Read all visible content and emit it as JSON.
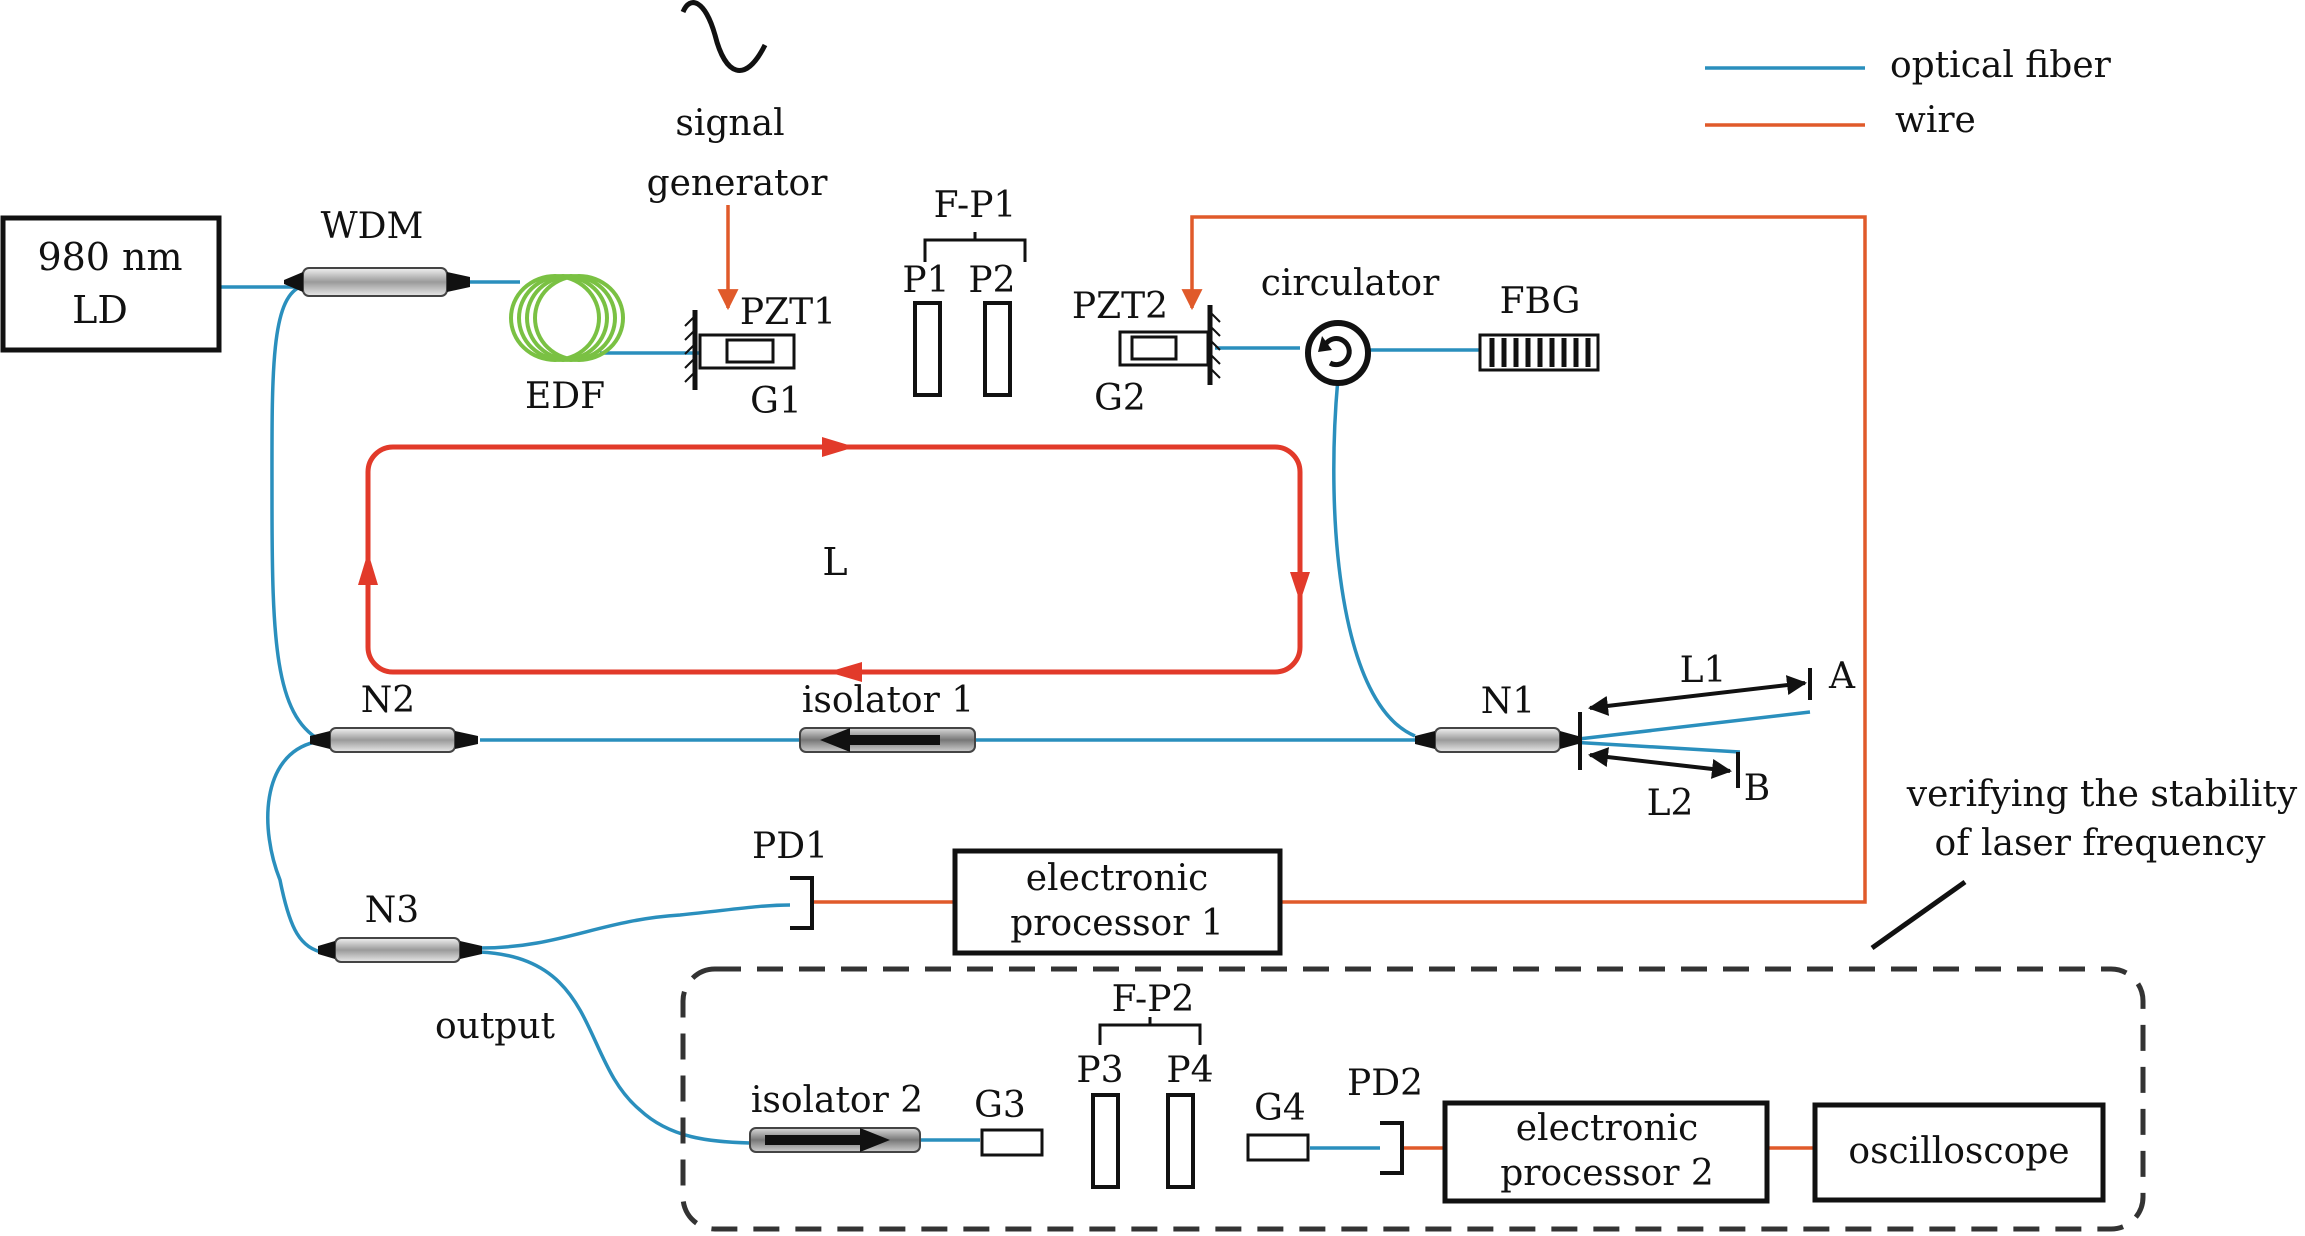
{
  "legend": {
    "fiber_label": "optical fiber",
    "wire_label": "wire"
  },
  "colors": {
    "fiber": "#2a8fbd",
    "wire": "#e05a2a",
    "loop": "#e23a2a",
    "edf": "#7ac143",
    "dashed": "#333333"
  },
  "source": {
    "line1": "980 nm",
    "line2": "LD"
  },
  "labels": {
    "wdm": "WDM",
    "edf": "EDF",
    "sg_line1": "signal",
    "sg_line2": "generator",
    "pzt1": "PZT1",
    "g1": "G1",
    "fp1": "F-P1",
    "p1": "P1",
    "p2": "P2",
    "pzt2": "PZT2",
    "g2": "G2",
    "circulator": "circulator",
    "fbg": "FBG",
    "loop": "L",
    "n1": "N1",
    "n2": "N2",
    "n3": "N3",
    "isolator1": "isolator 1",
    "l1": "L1",
    "l2": "L2",
    "a": "A",
    "b": "B",
    "pd1": "PD1",
    "ep1_line1": "electronic",
    "ep1_line2": "processor 1",
    "verify_line1": "verifying the stability",
    "verify_line2": "of laser frequency",
    "output": "output",
    "isolator2": "isolator 2",
    "g3": "G3",
    "fp2": "F-P2",
    "p3": "P3",
    "p4": "P4",
    "g4": "G4",
    "pd2": "PD2",
    "ep2_line1": "electronic",
    "ep2_line2": "processor 2",
    "oscilloscope": "oscilloscope"
  }
}
